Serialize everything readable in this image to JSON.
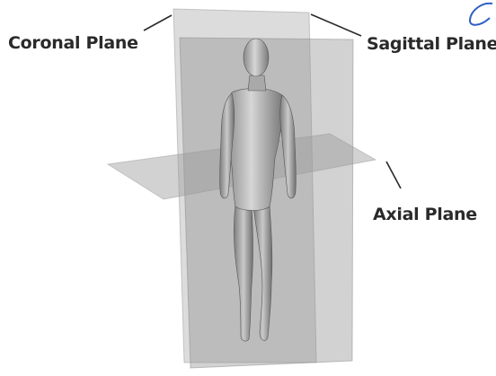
{
  "labels": {
    "coronal": "Coronal Plane",
    "sagittal": "Sagittal Plane",
    "axial": "Axial Plane"
  },
  "colors": {
    "plane_fill": "#8f8f8f",
    "figure_fill": "#bdbdbd",
    "ink": "#2a2a2a",
    "annotation_mark": "#2f5fc4"
  }
}
